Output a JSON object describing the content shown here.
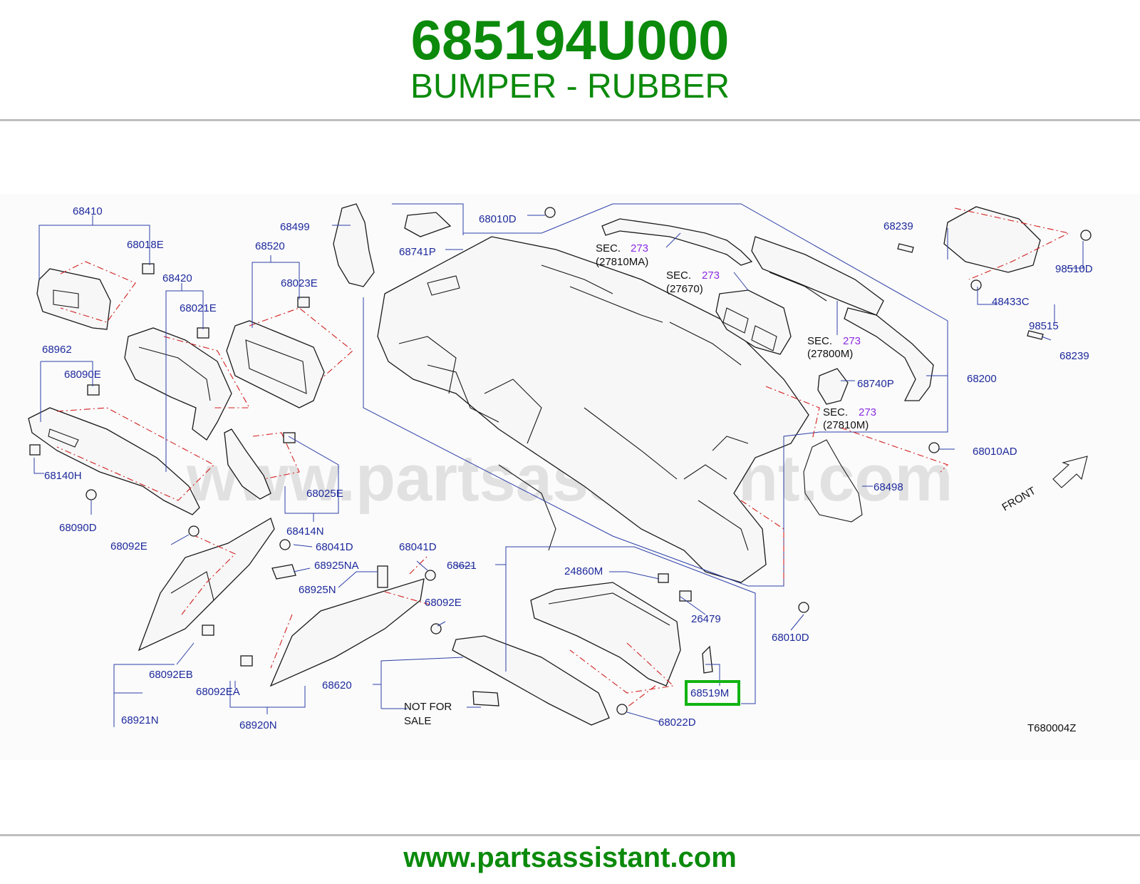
{
  "header": {
    "part_number": "685194U000",
    "part_name": "BUMPER - RUBBER"
  },
  "footer": {
    "url": "www.partsassistant.com"
  },
  "diagram": {
    "watermark": "www.partsassistant.com",
    "diagram_code": "T680004Z",
    "front_label": "FRONT",
    "not_for_sale": [
      "NOT  FOR",
      "SALE"
    ],
    "highlighted_part": "68519M",
    "highlight_color": "#12b312",
    "label_color": "#1e2a9c",
    "section_color": "#8a2be2",
    "sections": [
      {
        "sec": "SEC.",
        "num": "273",
        "ref": "(27810MA)"
      },
      {
        "sec": "SEC.",
        "num": "273",
        "ref": "(27670)"
      },
      {
        "sec": "SEC.",
        "num": "273",
        "ref": "(27800M)"
      },
      {
        "sec": "SEC.",
        "num": "273",
        "ref": "(27810M)"
      }
    ],
    "labels": [
      "68410",
      "68018E",
      "68420",
      "68021E",
      "68962",
      "68090E",
      "68140H",
      "68090D",
      "68499",
      "68520",
      "68023E",
      "68025E",
      "68414N",
      "68741P",
      "68010D",
      "68239",
      "98510D",
      "48433C",
      "98515",
      "68239",
      "68200",
      "68740P",
      "68010AD",
      "68498",
      "68092E",
      "68041D",
      "68925NA",
      "68925N",
      "68041D",
      "68621",
      "68092E",
      "68092EB",
      "68092EA",
      "68921N",
      "68920N",
      "68620",
      "24860M",
      "26479",
      "68010D",
      "68519M",
      "68022D"
    ]
  }
}
